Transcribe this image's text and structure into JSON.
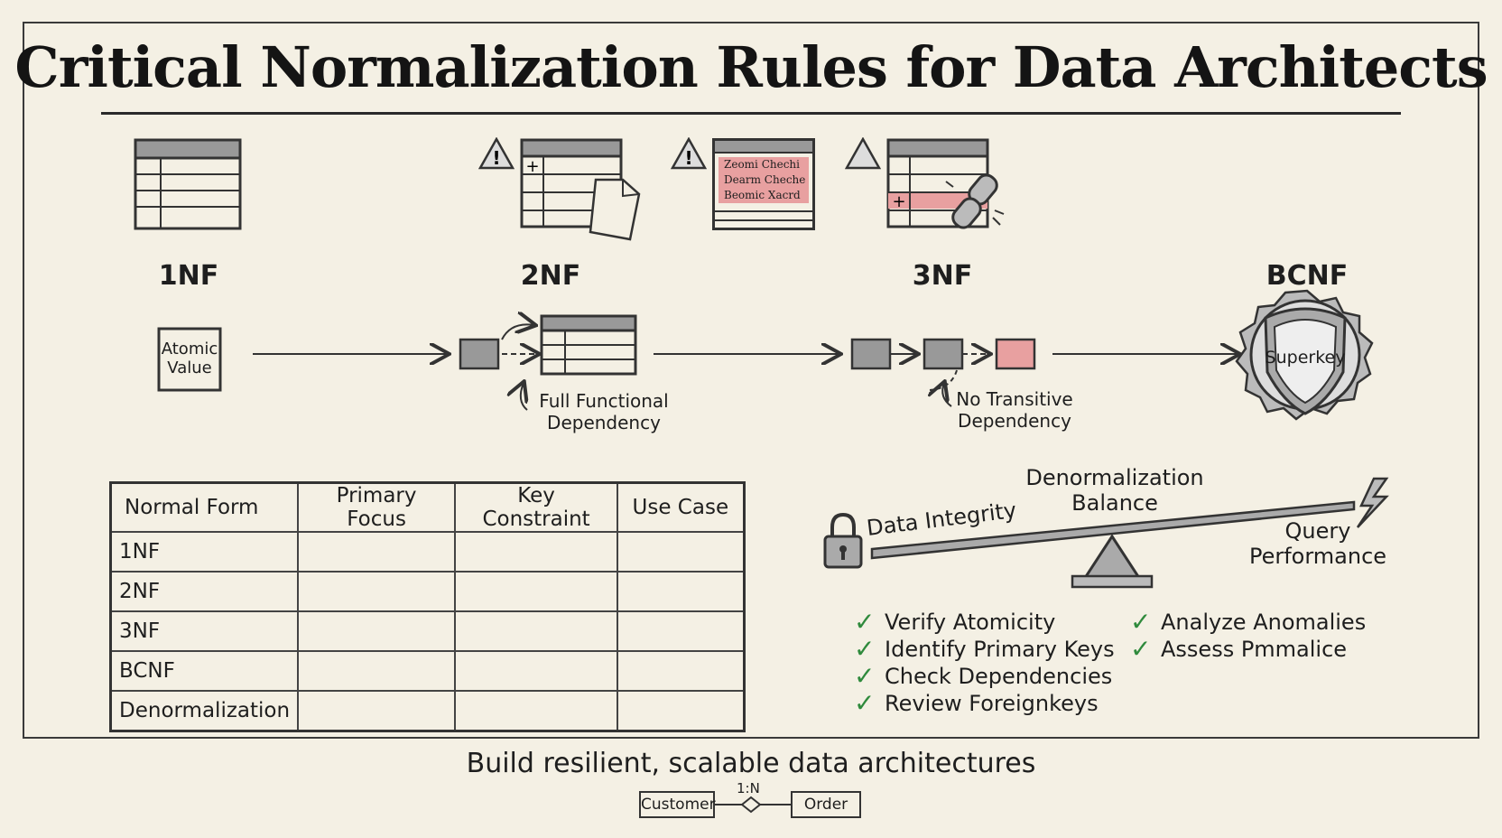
{
  "title": "Critical Normalization Rules for Data Architects",
  "stages": [
    {
      "label": "1NF",
      "concept": "Atomic Value"
    },
    {
      "label": "2NF",
      "concept": "Full Functional Dependency"
    },
    {
      "label": "3NF",
      "concept": "No Transitive Dependency"
    },
    {
      "label": "BCNF",
      "concept": "Superkey"
    }
  ],
  "anomaly_rows": [
    "Zeomi Chechi",
    "Dearm Cheche",
    "Beomic Xacrd"
  ],
  "table": {
    "headers": [
      "Normal Form",
      "Primary Focus",
      "Key Constraint",
      "Use Case"
    ],
    "rows": [
      "1NF",
      "2NF",
      "3NF",
      "BCNF",
      "Denormalization"
    ]
  },
  "balance": {
    "title": "Denormalization Balance",
    "left": "Data Integrity",
    "right": "Query Performance"
  },
  "checklist_left": [
    "Verify Atomicity",
    "Identify Primary Keys",
    "Check Dependencies",
    "Review Foreignkeys"
  ],
  "checklist_right": [
    "Analyze Anomalies",
    "Assess Pmmalice"
  ],
  "tagline": "Build resilient, scalable data architectures",
  "erd": {
    "left": "Customer",
    "right": "Order",
    "cardinality": "1:N"
  },
  "colors": {
    "paper": "#f4f0e4",
    "ink": "#1e1e1e",
    "highlight": "#e8a0a0",
    "check": "#2f8a3c"
  }
}
